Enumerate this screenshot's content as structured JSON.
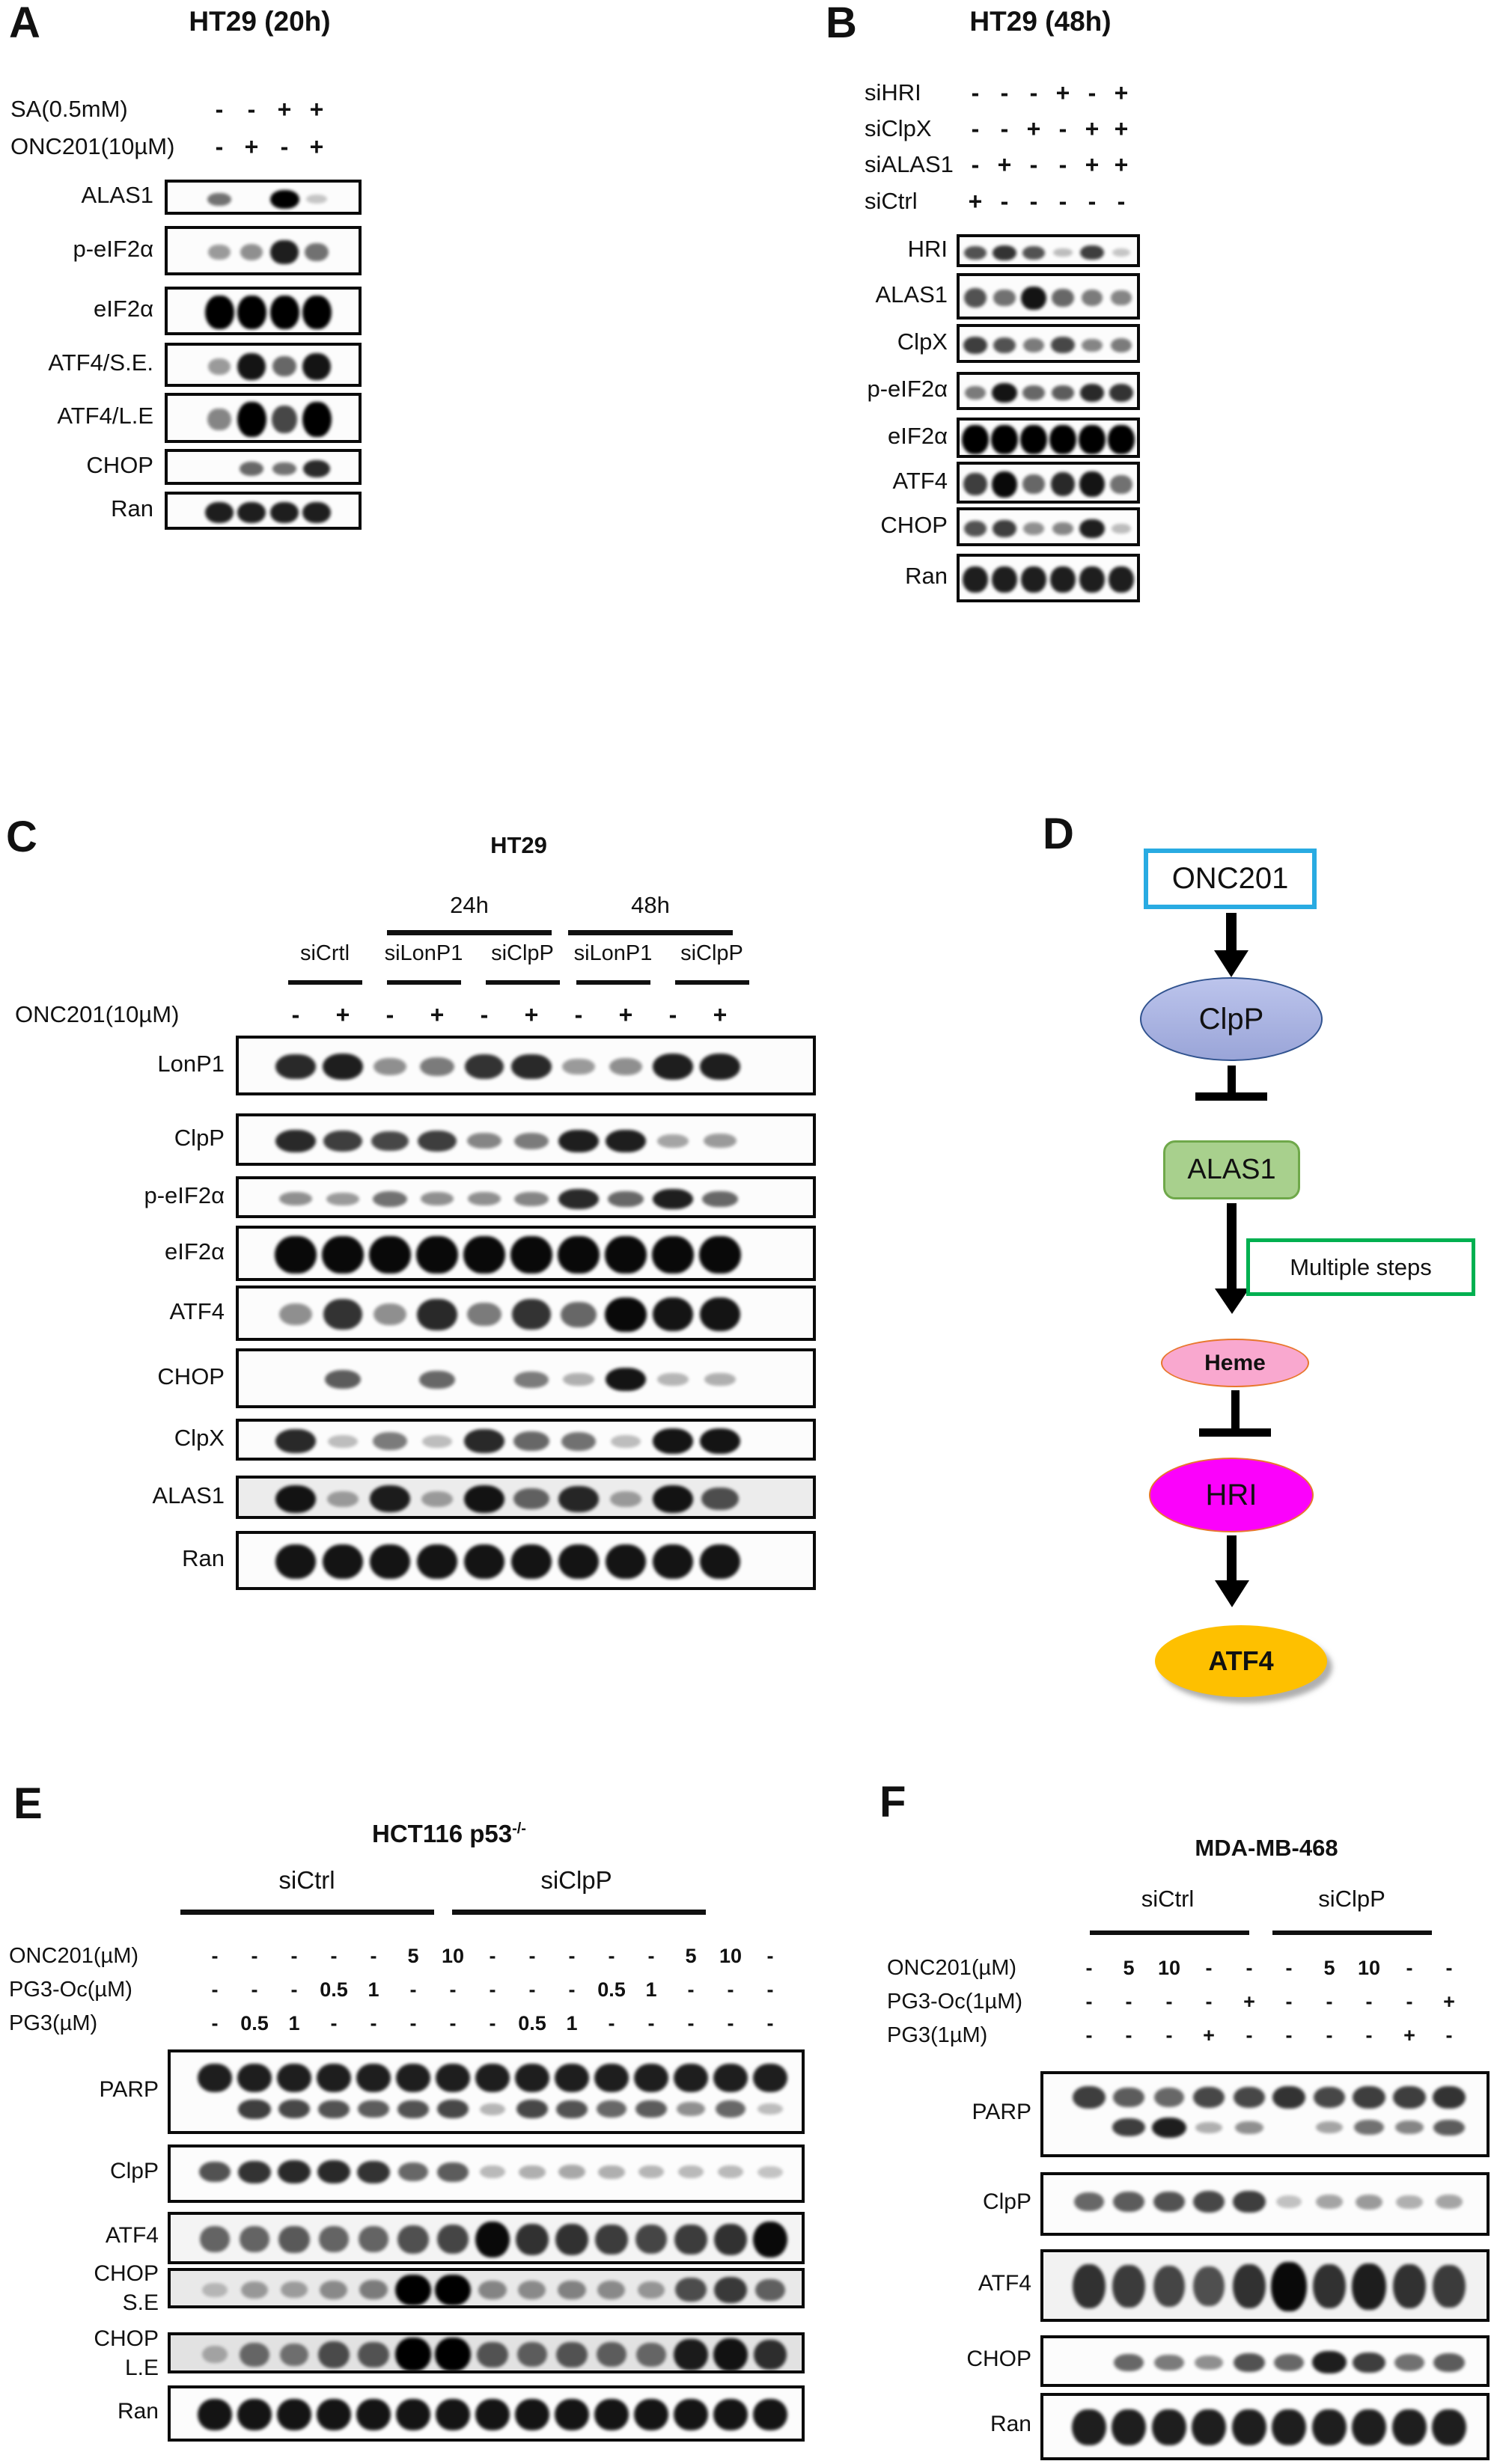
{
  "figure": {
    "panels": [
      {
        "id": "A",
        "label": "A",
        "title": "HT29 (20h)",
        "treatments": [
          {
            "label": "SA(0.5mM)",
            "values": [
              "-",
              "-",
              "+",
              "+"
            ]
          },
          {
            "label": "ONC201(10µM)",
            "values": [
              "-",
              "+",
              "-",
              "+"
            ]
          }
        ],
        "blots": [
          {
            "label": "ALAS1",
            "bands": [
              0.45,
              0,
              1,
              0.04
            ]
          },
          {
            "label": "p-eIF2α",
            "bands": [
              0.25,
              0.3,
              0.85,
              0.45
            ]
          },
          {
            "label": "eIF2α",
            "bands": [
              1,
              1,
              1,
              1
            ]
          },
          {
            "label": "ATF4/S.E.",
            "bands": [
              0.25,
              0.9,
              0.5,
              0.9
            ]
          },
          {
            "label": "ATF4/L.E",
            "bands": [
              0.35,
              1,
              0.65,
              1
            ]
          },
          {
            "label": "CHOP",
            "bands": [
              0,
              0.5,
              0.45,
              0.8
            ]
          },
          {
            "label": "Ran",
            "bands": [
              0.85,
              0.85,
              0.85,
              0.85
            ]
          }
        ]
      },
      {
        "id": "B",
        "label": "B",
        "title": "HT29 (48h)",
        "treatments": [
          {
            "label": "siHRI",
            "values": [
              "-",
              "-",
              "-",
              "+",
              "-",
              "+"
            ]
          },
          {
            "label": "siClpX",
            "values": [
              "-",
              "-",
              "+",
              "-",
              "+",
              "+"
            ]
          },
          {
            "label": "siALAS1",
            "values": [
              "-",
              "+",
              "-",
              "-",
              "+",
              "+"
            ]
          },
          {
            "label": "siCtrl",
            "values": [
              "+",
              "-",
              "-",
              "-",
              "-",
              "-"
            ]
          }
        ],
        "blots": [
          {
            "label": "HRI",
            "bands": [
              0.6,
              0.75,
              0.6,
              0.08,
              0.7,
              0.04
            ]
          },
          {
            "label": "ALAS1",
            "bands": [
              0.6,
              0.45,
              0.9,
              0.5,
              0.4,
              0.35
            ]
          },
          {
            "label": "ClpX",
            "bands": [
              0.7,
              0.6,
              0.4,
              0.65,
              0.35,
              0.4
            ]
          },
          {
            "label": "p-eIF2α",
            "bands": [
              0.4,
              0.9,
              0.5,
              0.55,
              0.8,
              0.75
            ]
          },
          {
            "label": "eIF2α",
            "bands": [
              1,
              1,
              1,
              1,
              1,
              1
            ]
          },
          {
            "label": "ATF4",
            "bands": [
              0.7,
              0.95,
              0.5,
              0.8,
              0.9,
              0.45
            ]
          },
          {
            "label": "CHOP",
            "bands": [
              0.6,
              0.7,
              0.3,
              0.35,
              0.85,
              0.08
            ]
          },
          {
            "label": "Ran",
            "bands": [
              0.85,
              0.85,
              0.85,
              0.85,
              0.85,
              0.85
            ]
          }
        ]
      },
      {
        "id": "C",
        "label": "C",
        "title": "HT29",
        "time_groups": [
          "24h",
          "48h"
        ],
        "sirna_groups": [
          "siCrtl",
          "siLonP1",
          "siClpP",
          "siLonP1",
          "siClpP"
        ],
        "treatments": [
          {
            "label": "ONC201(10µM)",
            "values": [
              "-",
              "+",
              "-",
              "+",
              "-",
              "+",
              "-",
              "+",
              "-",
              "+"
            ]
          }
        ],
        "blots": [
          {
            "label": "LonP1",
            "bands": [
              0.8,
              0.85,
              0.3,
              0.4,
              0.75,
              0.8,
              0.25,
              0.3,
              0.85,
              0.85
            ]
          },
          {
            "label": "ClpP",
            "bands": [
              0.8,
              0.7,
              0.65,
              0.7,
              0.35,
              0.4,
              0.85,
              0.85,
              0.2,
              0.25
            ]
          },
          {
            "label": "p-eIF2α",
            "bands": [
              0.3,
              0.25,
              0.45,
              0.3,
              0.3,
              0.35,
              0.8,
              0.5,
              0.85,
              0.5
            ]
          },
          {
            "label": "eIF2α",
            "bands": [
              0.95,
              0.95,
              0.95,
              0.95,
              0.95,
              0.95,
              0.95,
              0.95,
              0.95,
              0.95
            ]
          },
          {
            "label": "ATF4",
            "bands": [
              0.3,
              0.75,
              0.3,
              0.8,
              0.4,
              0.75,
              0.5,
              0.95,
              0.9,
              0.9
            ]
          },
          {
            "label": "CHOP",
            "bands": [
              0,
              0.55,
              0,
              0.5,
              0,
              0.4,
              0.15,
              0.9,
              0.12,
              0.15
            ]
          },
          {
            "label": "ClpX",
            "bands": [
              0.8,
              0.08,
              0.4,
              0.08,
              0.8,
              0.5,
              0.45,
              0.08,
              0.9,
              0.9
            ]
          },
          {
            "label": "ALAS1",
            "bands": [
              0.9,
              0.2,
              0.85,
              0.2,
              0.9,
              0.5,
              0.8,
              0.2,
              0.9,
              0.6
            ]
          },
          {
            "label": "Ran",
            "bands": [
              0.9,
              0.9,
              0.9,
              0.9,
              0.9,
              0.9,
              0.9,
              0.9,
              0.9,
              0.9
            ]
          }
        ]
      },
      {
        "id": "E",
        "label": "E",
        "title": "HCT116 p53",
        "title_sup": "-/-",
        "sirna_groups": [
          "siCtrl",
          "siClpP"
        ],
        "treatments": [
          {
            "label": "ONC201(µM)",
            "values": [
              "-",
              "-",
              "-",
              "-",
              "-",
              "5",
              "10",
              "-",
              "-",
              "-",
              "-",
              "-",
              "5",
              "10",
              "-"
            ]
          },
          {
            "label": "PG3-Oc(µM)",
            "values": [
              "-",
              "-",
              "-",
              "0.5",
              "1",
              "-",
              "-",
              "-",
              "-",
              "-",
              "0.5",
              "1",
              "-",
              "-",
              "-"
            ]
          },
          {
            "label": "PG3(µM)",
            "values": [
              "-",
              "0.5",
              "1",
              "-",
              "-",
              "-",
              "-",
              "-",
              "0.5",
              "1",
              "-",
              "-",
              "-",
              "-",
              "-"
            ]
          }
        ],
        "blots": [
          {
            "label": "PARP",
            "bands": [
              0.85,
              0.85,
              0.85,
              0.85,
              0.85,
              0.85,
              0.85,
              0.85,
              0.85,
              0.85,
              0.85,
              0.85,
              0.85,
              0.85,
              0.85
            ],
            "bands2": [
              0,
              0.7,
              0.65,
              0.6,
              0.55,
              0.6,
              0.65,
              0.12,
              0.65,
              0.6,
              0.5,
              0.55,
              0.3,
              0.5,
              0.08
            ]
          },
          {
            "label": "ClpP",
            "bands": [
              0.6,
              0.75,
              0.8,
              0.8,
              0.75,
              0.5,
              0.55,
              0.1,
              0.15,
              0.18,
              0.15,
              0.12,
              0.1,
              0.1,
              0.05
            ]
          },
          {
            "label": "ATF4",
            "bands": [
              0.5,
              0.5,
              0.55,
              0.5,
              0.5,
              0.6,
              0.65,
              0.95,
              0.75,
              0.75,
              0.7,
              0.65,
              0.7,
              0.75,
              0.95
            ]
          },
          {
            "label": "CHOP",
            "label2": "S.E",
            "bands": [
              0.05,
              0.2,
              0.18,
              0.28,
              0.35,
              1,
              1,
              0.3,
              0.28,
              0.32,
              0.28,
              0.22,
              0.6,
              0.7,
              0.5
            ]
          },
          {
            "label": "CHOP",
            "label2": "L.E",
            "bands": [
              0.12,
              0.45,
              0.4,
              0.6,
              0.55,
              1,
              1,
              0.55,
              0.5,
              0.55,
              0.5,
              0.45,
              0.85,
              0.9,
              0.75
            ]
          },
          {
            "label": "Ran",
            "bands": [
              0.9,
              0.9,
              0.9,
              0.9,
              0.9,
              0.9,
              0.9,
              0.9,
              0.9,
              0.9,
              0.9,
              0.9,
              0.9,
              0.9,
              0.9
            ]
          }
        ]
      },
      {
        "id": "F",
        "label": "F",
        "title": "MDA-MB-468",
        "sirna_groups": [
          "siCtrl",
          "siClpP"
        ],
        "treatments": [
          {
            "label": "ONC201(µM)",
            "values": [
              "-",
              "5",
              "10",
              "-",
              "-",
              "-",
              "5",
              "10",
              "-",
              "-"
            ]
          },
          {
            "label": "PG3-Oc(1µM)",
            "values": [
              "-",
              "-",
              "-",
              "-",
              "+",
              "-",
              "-",
              "-",
              "-",
              "+"
            ]
          },
          {
            "label": "PG3(1µM)",
            "values": [
              "-",
              "-",
              "-",
              "+",
              "-",
              "-",
              "-",
              "-",
              "+",
              "-"
            ]
          }
        ],
        "blots": [
          {
            "label": "PARP",
            "bands": [
              0.7,
              0.55,
              0.5,
              0.65,
              0.65,
              0.75,
              0.65,
              0.7,
              0.7,
              0.75
            ],
            "bands2": [
              0,
              0.7,
              0.85,
              0.15,
              0.3,
              0,
              0.2,
              0.45,
              0.35,
              0.55
            ]
          },
          {
            "label": "ClpP",
            "bands": [
              0.5,
              0.55,
              0.6,
              0.65,
              0.7,
              0.06,
              0.2,
              0.25,
              0.15,
              0.2
            ]
          },
          {
            "label": "ATF4",
            "bands": [
              0.75,
              0.7,
              0.65,
              0.6,
              0.75,
              0.95,
              0.75,
              0.85,
              0.75,
              0.7
            ]
          },
          {
            "label": "CHOP",
            "bands": [
              0,
              0.5,
              0.4,
              0.3,
              0.6,
              0.5,
              0.85,
              0.7,
              0.45,
              0.55
            ]
          },
          {
            "label": "Ran",
            "bands": [
              0.85,
              0.85,
              0.85,
              0.85,
              0.85,
              0.85,
              0.85,
              0.85,
              0.85,
              0.85
            ]
          }
        ]
      }
    ],
    "diagram": {
      "label": "D",
      "nodes": [
        {
          "id": "onc201",
          "text": "ONC201",
          "shape": "rect",
          "fill": "#ffffff",
          "border": "#29abe2"
        },
        {
          "id": "clpp",
          "text": "ClpP",
          "shape": "ellipse",
          "fill": "#9aa5d8",
          "fill_light": "#bcc4ec",
          "border": "#31538f"
        },
        {
          "id": "alas1",
          "text": "ALAS1",
          "shape": "round-rect",
          "fill": "#a8d08d",
          "border": "#6fa84a"
        },
        {
          "id": "msteps",
          "text": "Multiple steps",
          "shape": "rect",
          "fill": "#ffffff",
          "border": "#00b050"
        },
        {
          "id": "heme",
          "text": "Heme",
          "shape": "ellipse",
          "fill": "#f9a8cf",
          "border": "#e8772d"
        },
        {
          "id": "hri",
          "text": "HRI",
          "shape": "ellipse",
          "fill": "#fb02fb",
          "border": "#e8772d"
        },
        {
          "id": "atf4",
          "text": "ATF4",
          "shape": "ellipse",
          "fill": "#fec000",
          "border": "#e3ab00"
        }
      ],
      "edges": [
        {
          "from": "ONC201",
          "to": "ClpP",
          "type": "activate"
        },
        {
          "from": "ClpP",
          "to": "ALAS1",
          "type": "inhibit"
        },
        {
          "from": "ALAS1",
          "to": "Heme",
          "type": "activate",
          "note": "Multiple steps"
        },
        {
          "from": "Heme",
          "to": "HRI",
          "type": "inhibit"
        },
        {
          "from": "HRI",
          "to": "ATF4",
          "type": "activate"
        }
      ],
      "arrow_color": "#000000"
    }
  }
}
